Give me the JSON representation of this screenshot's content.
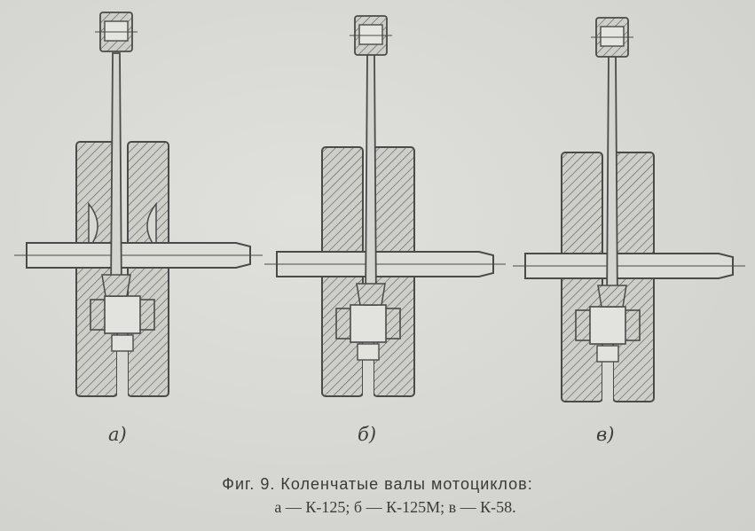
{
  "panels": [
    {
      "id": "a",
      "label": "а)"
    },
    {
      "id": "b",
      "label": "б)"
    },
    {
      "id": "v",
      "label": "в)"
    }
  ],
  "caption": {
    "title": "Фиг. 9. Коленчатые валы мотоциклов:",
    "legend": "а — К-125; б — К-125М; в — К-58."
  },
  "colors": {
    "ink": "#4a4a4a",
    "paper": "#d8d8d4",
    "hatch": "#6a6a6a"
  }
}
